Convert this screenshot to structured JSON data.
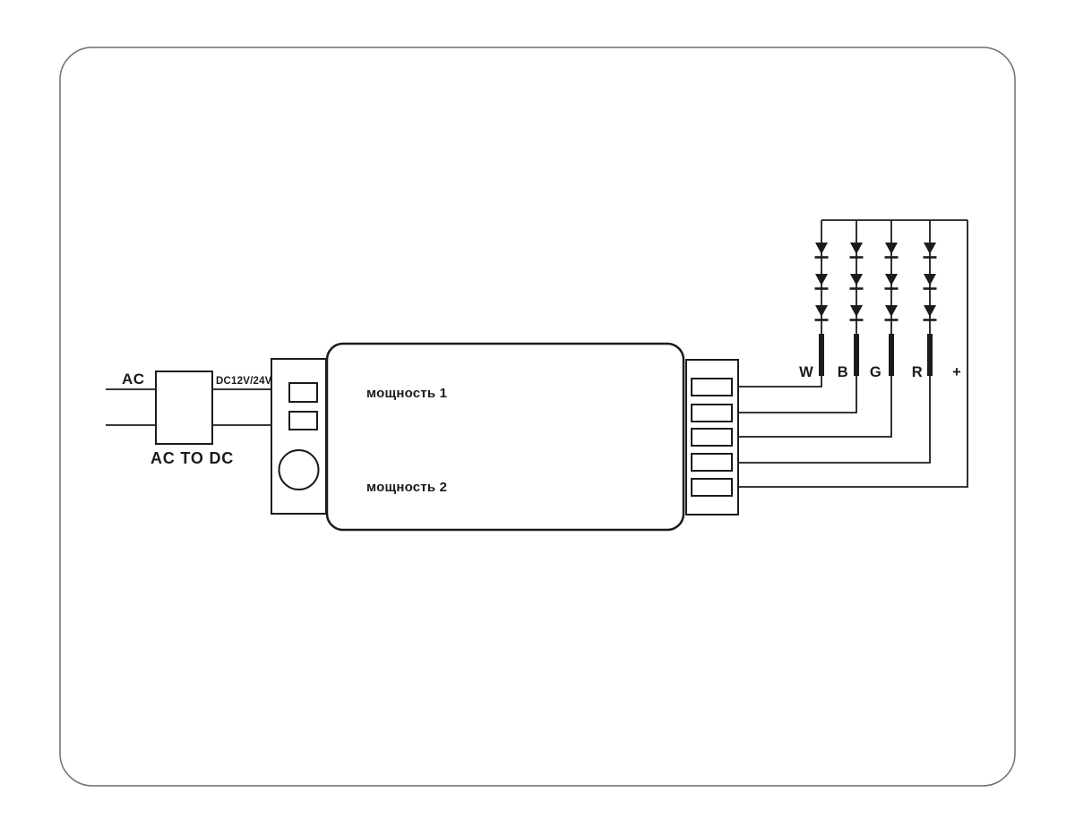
{
  "diagram": {
    "type": "wiring-diagram",
    "colors": {
      "line": "#1b1b1b",
      "outer_border": "#6f6f6f",
      "background": "#ffffff"
    },
    "power_input": {
      "ac_label": "AC",
      "converter_label": "AC TO DC",
      "dc_output_label": "DC12V/24V"
    },
    "controller": {
      "zone1_label": "мощность 1",
      "zone2_label": "мощность 2"
    },
    "led_channels": [
      {
        "label": "W"
      },
      {
        "label": "B"
      },
      {
        "label": "G"
      },
      {
        "label": "R"
      },
      {
        "label": "+"
      }
    ],
    "led_diodes_per_channel": 3
  }
}
